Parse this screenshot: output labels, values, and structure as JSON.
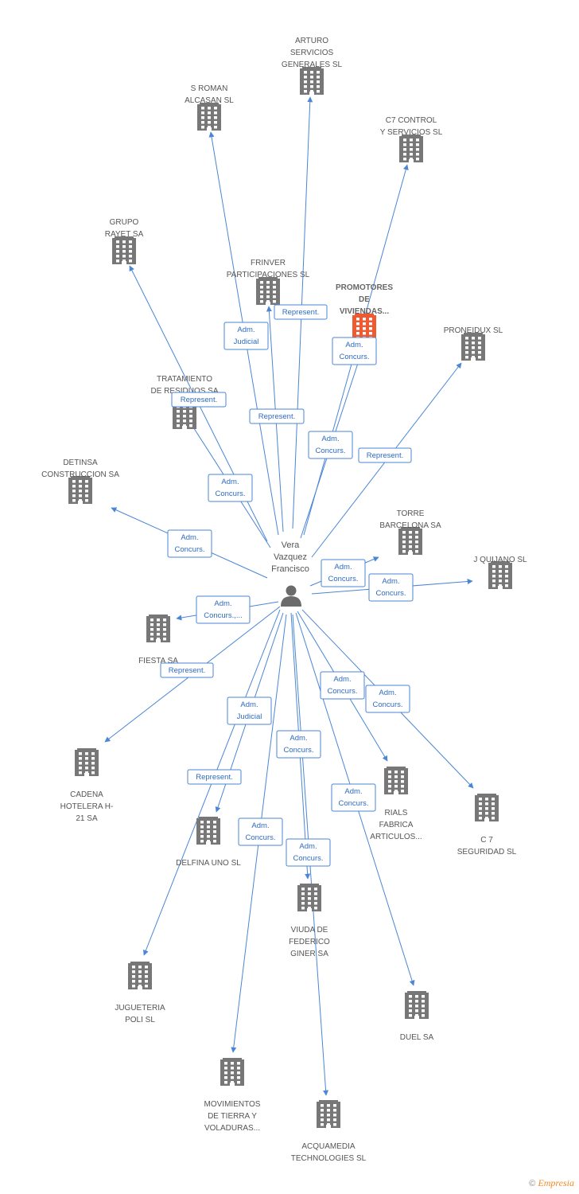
{
  "center": {
    "name_lines": [
      "Vera",
      "Vazquez",
      "Francisco"
    ],
    "icon": "person-icon"
  },
  "colors": {
    "edge": "#4a86d6",
    "building": "#777777",
    "highlight": "#f05a32"
  },
  "nodes": [
    {
      "id": "arturo",
      "lines": [
        "ARTURO",
        "SERVICIOS",
        "GENERALES SL"
      ],
      "icon": "building-icon"
    },
    {
      "id": "sroman",
      "lines": [
        "S ROMAN",
        "ALCASAN SL"
      ],
      "icon": "building-icon"
    },
    {
      "id": "c7control",
      "lines": [
        "C7 CONTROL",
        "Y SERVICIOS SL"
      ],
      "icon": "building-icon"
    },
    {
      "id": "rayet",
      "lines": [
        "GRUPO",
        "RAYET SA"
      ],
      "icon": "building-icon"
    },
    {
      "id": "frinver",
      "lines": [
        "FRINVER",
        "PARTICIPACIONES SL"
      ],
      "icon": "building-icon"
    },
    {
      "id": "promotores",
      "lines": [
        "PROMOTORES",
        "DE",
        "VIVIENDAS..."
      ],
      "icon": "building-icon",
      "highlight": true
    },
    {
      "id": "proneidux",
      "lines": [
        "PRONEIDUX  SL"
      ],
      "icon": "building-icon"
    },
    {
      "id": "tratamiento",
      "lines": [
        "TRATAMIENTO",
        "DE RESIDUOS SA"
      ],
      "icon": "building-icon"
    },
    {
      "id": "detinsa",
      "lines": [
        "DETINSA",
        "CONSTRUCCION SA"
      ],
      "icon": "building-icon"
    },
    {
      "id": "torre",
      "lines": [
        "TORRE",
        "BARCELONA SA"
      ],
      "icon": "building-icon"
    },
    {
      "id": "quijano",
      "lines": [
        "J QUIJANO SL"
      ],
      "icon": "building-icon"
    },
    {
      "id": "fiesta",
      "lines": [
        "FIESTA SA"
      ],
      "icon": "building-icon"
    },
    {
      "id": "cadena",
      "lines": [
        "CADENA",
        "HOTELERA H-",
        "21 SA"
      ],
      "icon": "building-icon"
    },
    {
      "id": "delfina",
      "lines": [
        "DELFINA UNO SL"
      ],
      "icon": "building-icon"
    },
    {
      "id": "rials",
      "lines": [
        "RIALS",
        "FABRICA",
        "ARTICULOS..."
      ],
      "icon": "building-icon"
    },
    {
      "id": "c7seg",
      "lines": [
        "C 7",
        "SEGURIDAD SL"
      ],
      "icon": "building-icon"
    },
    {
      "id": "viuda",
      "lines": [
        "VIUDA DE",
        "FEDERICO",
        "GINER SA"
      ],
      "icon": "building-icon"
    },
    {
      "id": "jugueteria",
      "lines": [
        "JUGUETERIA",
        "POLI SL"
      ],
      "icon": "building-icon"
    },
    {
      "id": "duel",
      "lines": [
        "DUEL SA"
      ],
      "icon": "building-icon"
    },
    {
      "id": "movimientos",
      "lines": [
        "MOVIMIENTOS",
        "DE TIERRA Y",
        "VOLADURAS..."
      ],
      "icon": "building-icon"
    },
    {
      "id": "acquamedia",
      "lines": [
        "ACQUAMEDIA",
        "TECHNOLOGIES SL"
      ],
      "icon": "building-icon"
    }
  ],
  "relations": [
    {
      "target": "arturo",
      "lines": [
        "Represent."
      ]
    },
    {
      "target": "sroman",
      "lines": [
        "Adm.",
        "Judicial"
      ]
    },
    {
      "target": "c7control",
      "lines": [
        "Adm.",
        "Concurs."
      ]
    },
    {
      "target": "rayet",
      "lines": [
        "Adm.",
        "Concurs."
      ]
    },
    {
      "target": "frinver",
      "lines": [
        "Represent."
      ]
    },
    {
      "target": "promotores",
      "lines": [
        "Adm.",
        "Concurs."
      ]
    },
    {
      "target": "proneidux",
      "lines": [
        "Represent."
      ]
    },
    {
      "target": "tratamiento",
      "lines": [
        "Represent."
      ]
    },
    {
      "target": "detinsa",
      "lines": [
        "Adm.",
        "Concurs."
      ]
    },
    {
      "target": "torre",
      "lines": [
        "Adm.",
        "Concurs."
      ]
    },
    {
      "target": "quijano",
      "lines": [
        "Adm.",
        "Concurs."
      ]
    },
    {
      "target": "fiesta",
      "lines": [
        "Adm.",
        "Concurs.,..."
      ]
    },
    {
      "target": "cadena",
      "lines": [
        "Represent."
      ]
    },
    {
      "target": "delfina",
      "lines": [
        "Represent."
      ]
    },
    {
      "target": "jugueteria",
      "lines": [
        "Adm.",
        "Judicial"
      ]
    },
    {
      "target": "viuda",
      "lines": [
        "Adm.",
        "Concurs."
      ]
    },
    {
      "target": "movimientos",
      "lines": [
        "Adm.",
        "Concurs."
      ]
    },
    {
      "target": "acquamedia",
      "lines": [
        "Adm.",
        "Concurs."
      ]
    },
    {
      "target": "rials",
      "lines": [
        "Adm.",
        "Concurs."
      ]
    },
    {
      "target": "c7seg",
      "lines": [
        "Adm.",
        "Concurs."
      ]
    },
    {
      "target": "duel",
      "lines": [
        "Adm.",
        "Concurs."
      ]
    }
  ],
  "footer": {
    "copyright": "©",
    "brand": "Empresia"
  }
}
